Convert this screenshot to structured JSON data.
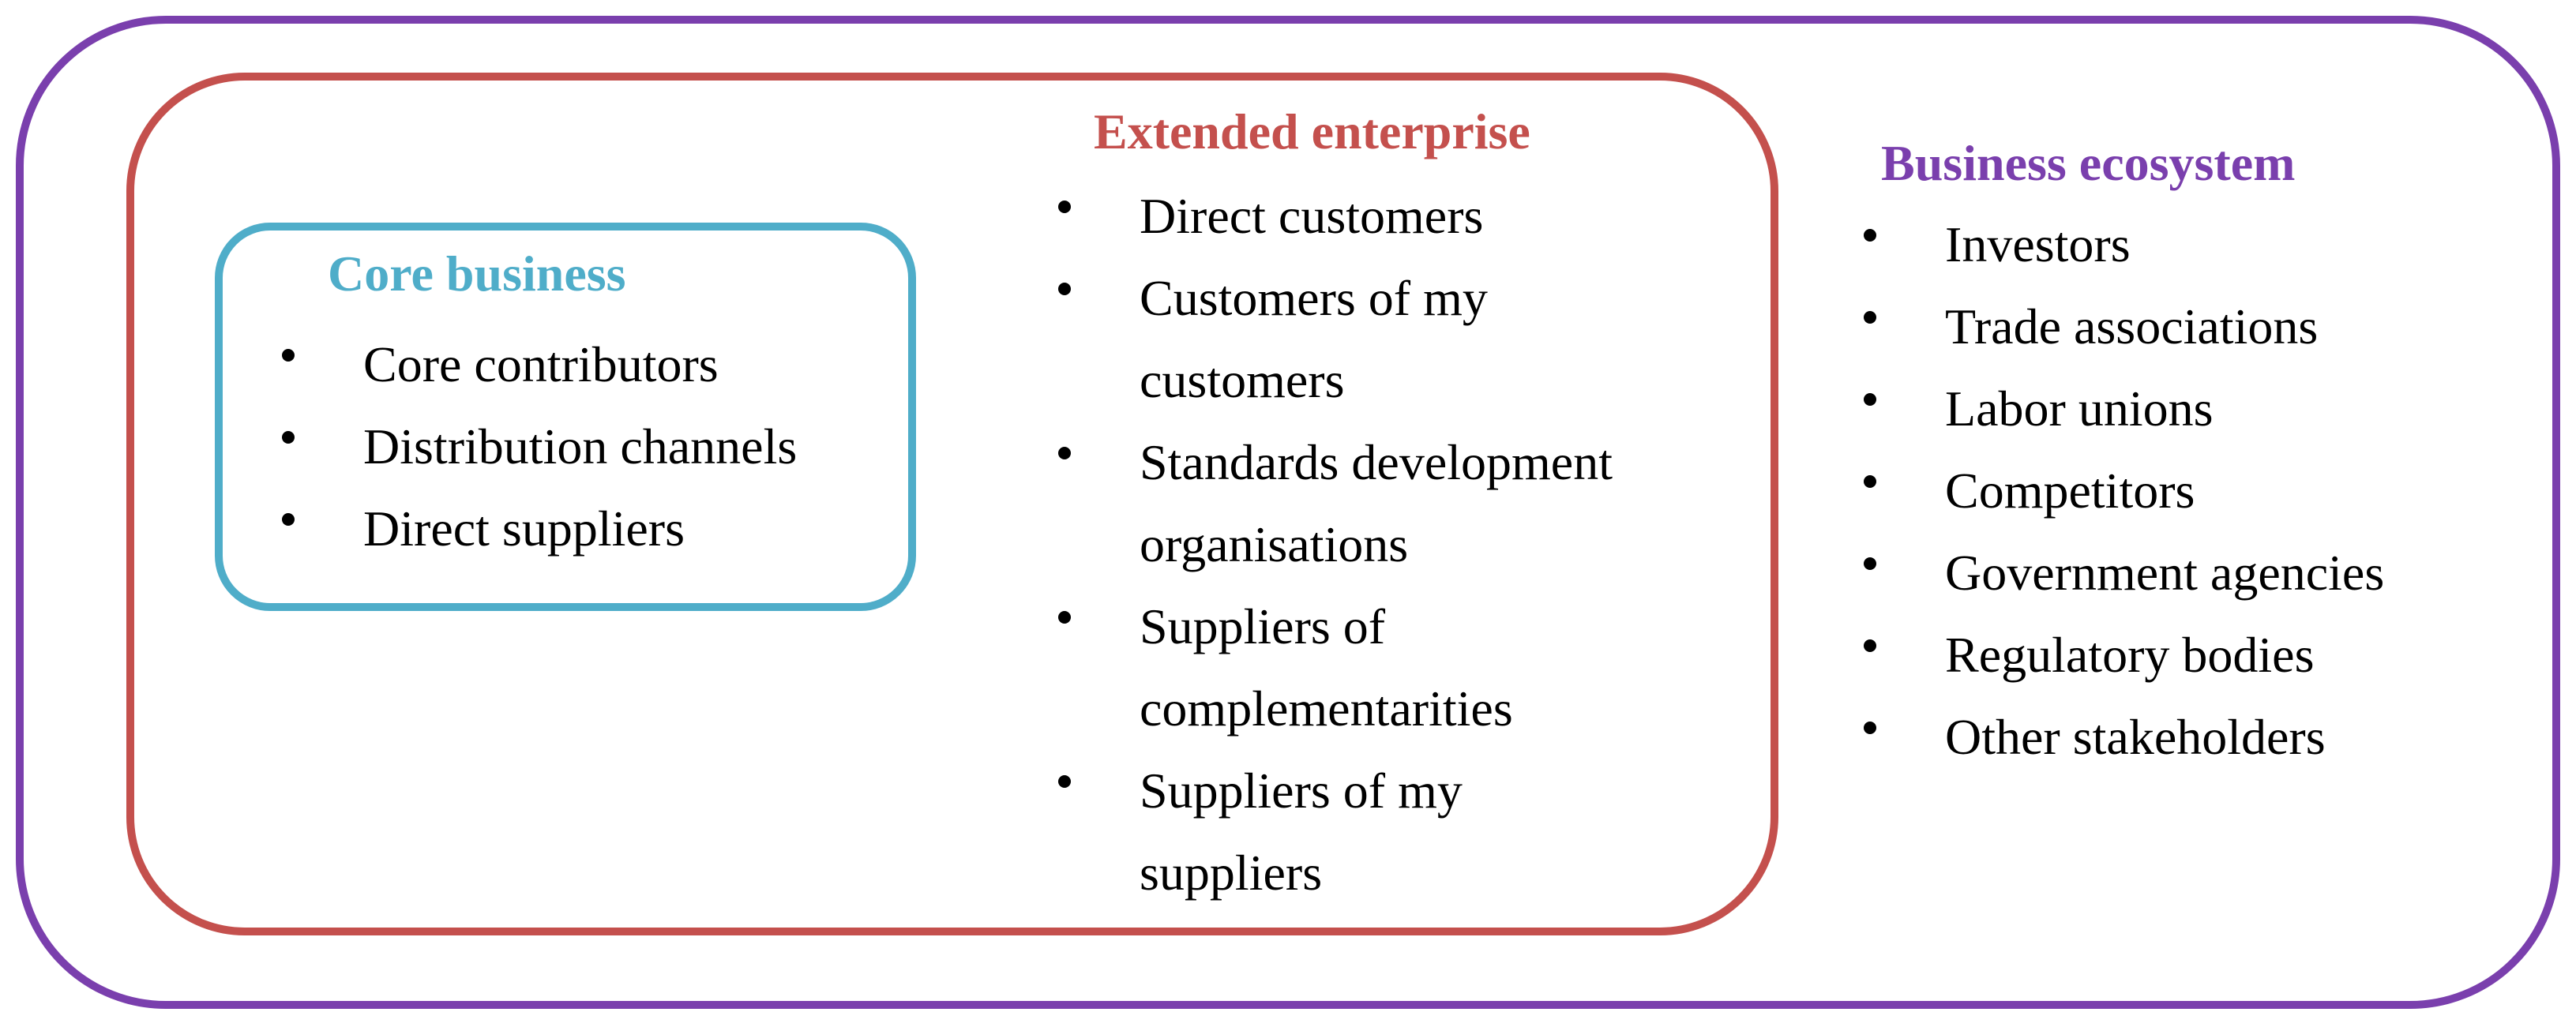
{
  "colors": {
    "business_ecosystem": "#7a3fad",
    "extended_enterprise": "#c4504d",
    "core_business": "#4fadc9",
    "text": "#000000"
  },
  "core_business": {
    "title": "Core business",
    "items": [
      "Core contributors",
      "Distribution channels",
      "Direct suppliers"
    ]
  },
  "extended_enterprise": {
    "title": "Extended enterprise",
    "items": [
      "Direct customers",
      "Customers of my\ncustomers",
      "Standards development\norganisations",
      "Suppliers of\ncomplementarities",
      "Suppliers of my\nsuppliers"
    ]
  },
  "business_ecosystem": {
    "title": "Business ecosystem",
    "items": [
      "Investors",
      "Trade associations",
      "Labor unions",
      "Competitors",
      "Government agencies",
      "Regulatory bodies",
      "Other stakeholders"
    ]
  }
}
